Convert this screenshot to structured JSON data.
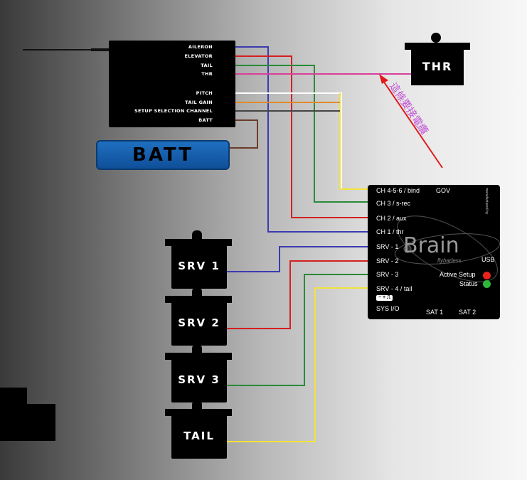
{
  "receiver": {
    "channels": [
      "AILERON",
      "ELEVATOR",
      "TAIL",
      "THR",
      "PITCH",
      "TAIL GAIN",
      "SETUP SELECTION CHANNEL",
      "BATT"
    ]
  },
  "battery": {
    "label": "BATT"
  },
  "throttle_servo": {
    "label": "THR"
  },
  "annotation": {
    "text": "這條要接電纜",
    "color": "#c24fd6"
  },
  "servos": [
    "SRV 1",
    "SRV 2",
    "SRV 3",
    "TAIL"
  ],
  "brain": {
    "logo": "Brain",
    "logo_sub": "flybarless",
    "maker": "manufactured by",
    "ports": [
      "CH 4-5-6 / bind",
      "CH 3 / s-rec",
      "CH 2 / aux",
      "CH 1 / thr",
      "SRV - 1",
      "SRV - 2",
      "SRV - 3",
      "SRV - 4 / tail"
    ],
    "gov": "GOV",
    "usb": "USB",
    "active_setup": "Active Setup",
    "status": "Status",
    "sys_io": "SYS I/O",
    "sys_io_symbol": "− + ⎍",
    "sat1": "SAT 1",
    "sat2": "SAT 2"
  },
  "colors": {
    "aileron": "#3b3bb0",
    "elevator": "#d42020",
    "tail": "#2a8a3a",
    "thr": "#d9409a",
    "pitch": "#ffffff",
    "tail_gain": "#e08a2a",
    "setup": "#555555",
    "batt": "#6b3b2a",
    "yellow": "#f2e23a",
    "led_red": "#e8231b",
    "led_green": "#2db83a"
  }
}
